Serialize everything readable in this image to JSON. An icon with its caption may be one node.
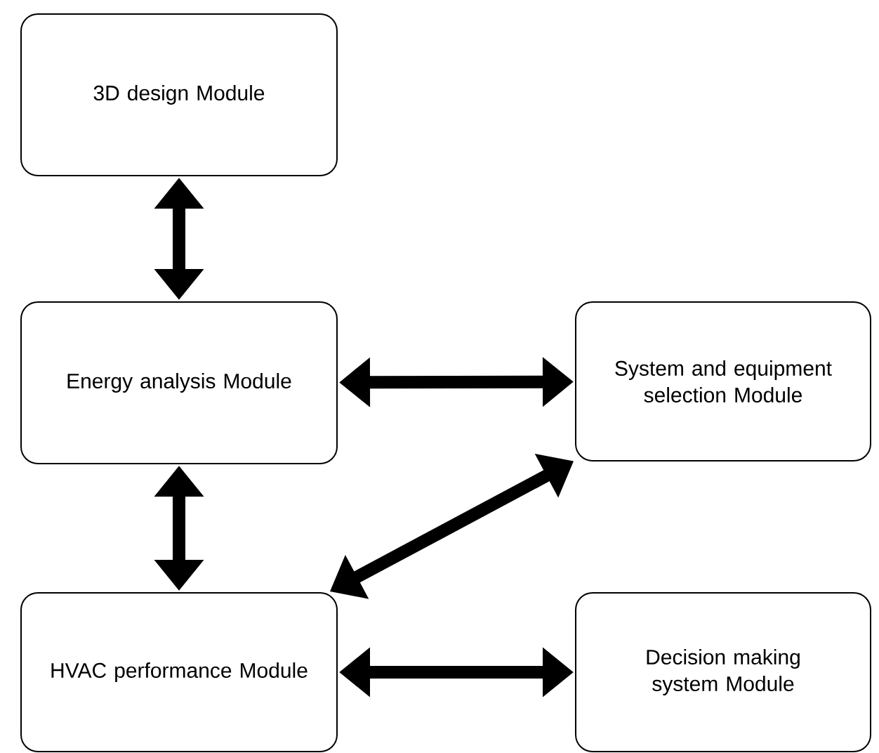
{
  "diagram": {
    "nodes": [
      {
        "text": [
          "3D design Module"
        ]
      },
      {
        "text": [
          "Energy analysis Module"
        ]
      },
      {
        "text": [
          "System and equipment selection Module"
        ]
      },
      {
        "text": [
          "HVAC performance Module"
        ]
      },
      {
        "text": [
          "Decision making system Module"
        ]
      }
    ],
    "edges": [
      {
        "from": 0,
        "to": 1,
        "arrow": "both"
      },
      {
        "from": 1,
        "to": 2,
        "arrow": "both"
      },
      {
        "from": 1,
        "to": 3,
        "arrow": "both"
      },
      {
        "from": 2,
        "to": 3,
        "arrow": "both"
      },
      {
        "from": 3,
        "to": 4,
        "arrow": "both"
      }
    ]
  }
}
